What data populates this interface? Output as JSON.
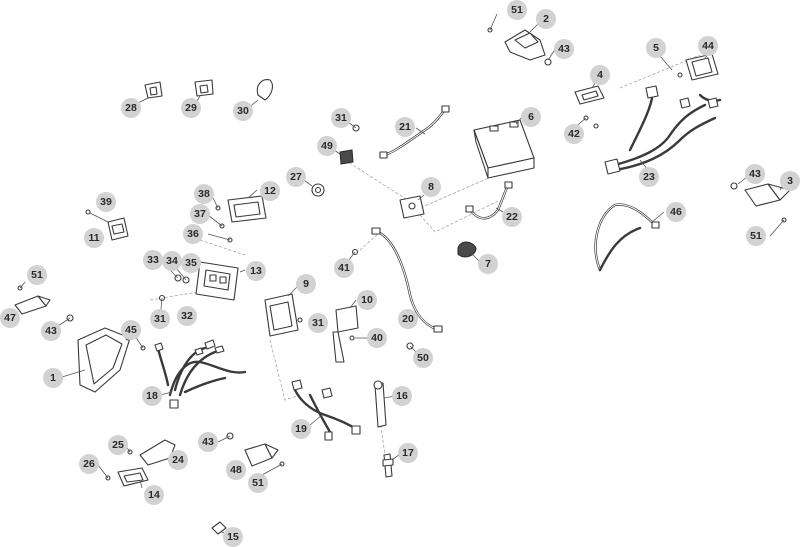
{
  "callouts": {
    "c1": "1",
    "c2": "2",
    "c3": "3",
    "c4": "4",
    "c5": "5",
    "c6": "6",
    "c7": "7",
    "c8": "8",
    "c9": "9",
    "c10": "10",
    "c11": "11",
    "c12": "12",
    "c13": "13",
    "c14": "14",
    "c15": "15",
    "c16": "16",
    "c17": "17",
    "c18": "18",
    "c19": "19",
    "c20": "20",
    "c21": "21",
    "c22": "22",
    "c23": "23",
    "c24": "24",
    "c25": "25",
    "c26": "26",
    "c27": "27",
    "c28": "28",
    "c29": "29",
    "c30": "30",
    "c31a": "31",
    "c31b": "31",
    "c31c": "31",
    "c32": "32",
    "c33": "33",
    "c34": "34",
    "c35": "35",
    "c36": "36",
    "c37": "37",
    "c38": "38",
    "c39": "39",
    "c40": "40",
    "c41": "41",
    "c42": "42",
    "c43a": "43",
    "c43b": "43",
    "c43c": "43",
    "c43d": "43",
    "c44": "44",
    "c45": "45",
    "c46": "46",
    "c47": "47",
    "c48": "48",
    "c49": "49",
    "c50": "50",
    "c51a": "51",
    "c51b": "51",
    "c51c": "51",
    "c51d": "51"
  }
}
